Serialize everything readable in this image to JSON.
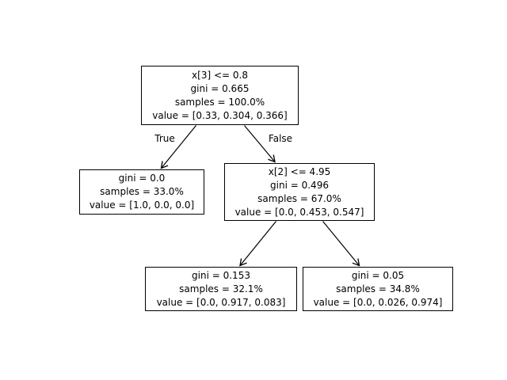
{
  "diagram": {
    "type": "decision-tree",
    "colors": {
      "background": "#ffffff",
      "node_border": "#000000",
      "node_fill": "#ffffff",
      "text": "#000000",
      "edge": "#000000"
    },
    "nodes": [
      {
        "id": "root",
        "lines": [
          "x[3] <= 0.8",
          "gini = 0.665",
          "samples = 100.0%",
          "value = [0.33, 0.304, 0.366]"
        ]
      },
      {
        "id": "left-leaf",
        "lines": [
          "gini = 0.0",
          "samples = 33.0%",
          "value = [1.0, 0.0, 0.0]"
        ]
      },
      {
        "id": "right-internal",
        "lines": [
          "x[2] <= 4.95",
          "gini = 0.496",
          "samples = 67.0%",
          "value = [0.0, 0.453, 0.547]"
        ]
      },
      {
        "id": "bottom-left-leaf",
        "lines": [
          "gini = 0.153",
          "samples = 32.1%",
          "value = [0.0, 0.917, 0.083]"
        ]
      },
      {
        "id": "bottom-right-leaf",
        "lines": [
          "gini = 0.05",
          "samples = 34.8%",
          "value = [0.0, 0.026, 0.974]"
        ]
      }
    ],
    "edge_labels": {
      "true_branch": "True",
      "false_branch": "False"
    }
  }
}
